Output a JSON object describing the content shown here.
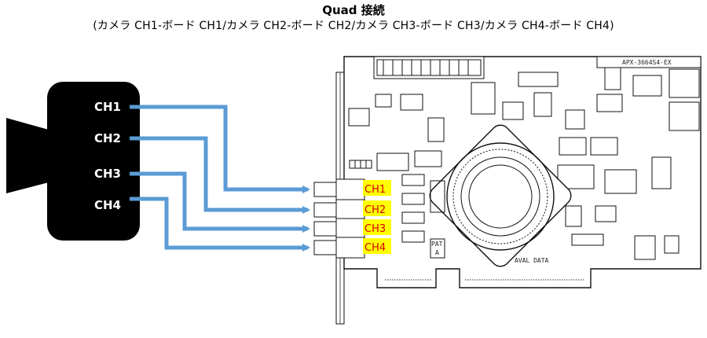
{
  "header": {
    "title": "Quad 接続",
    "subtitle": "(カメラ CH1-ボード CH1/カメラ CH2-ボード CH2/カメラ CH3-ボード CH3/カメラ CH4-ボード CH4)"
  },
  "camera": {
    "channels": [
      "CH1",
      "CH2",
      "CH3",
      "CH4"
    ]
  },
  "board": {
    "channels": [
      "CH1",
      "CH2",
      "CH3",
      "CH4"
    ],
    "model": "APX-3664S4-EX",
    "brand": "AVAL DATA",
    "pat_label": "PAT",
    "pat_value": "A"
  },
  "colors": {
    "arrow": "#5b9bd5",
    "camera_body": "#000000",
    "channel_box": "#ffff00",
    "channel_text": "#d40000"
  }
}
